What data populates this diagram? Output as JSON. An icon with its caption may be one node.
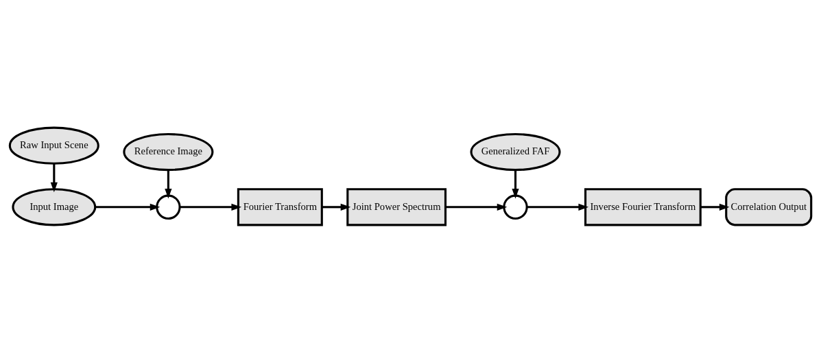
{
  "diagram": {
    "nodes": [
      {
        "text": [
          "Raw Input Scene"
        ]
      },
      {
        "text": [
          "Input Image"
        ]
      },
      {
        "text": [
          "Generalized FAF"
        ]
      },
      {
        "text": [],
        "shape": "circle"
      },
      {
        "text": [
          "Fourier Transform"
        ]
      },
      {
        "text": [
          "Joint Power Spectrum"
        ]
      },
      {
        "text": [],
        "shape": "circle"
      },
      {
        "text": [
          "Inverse Fourier Transform"
        ]
      },
      {
        "text": [
          "Correlation Output"
        ]
      },
      {
        "text": [
          "Reference Image"
        ]
      }
    ],
    "edges": [
      {
        "from": 0,
        "to": 1,
        "arrow": "to"
      },
      {
        "from": 1,
        "to": 3,
        "arrow": "to"
      },
      {
        "from": 9,
        "to": 3,
        "arrow": "to"
      },
      {
        "from": 3,
        "to": 4,
        "arrow": "to"
      },
      {
        "from": 4,
        "to": 5,
        "arrow": "to"
      },
      {
        "from": 5,
        "to": 6,
        "arrow": "to"
      },
      {
        "from": 2,
        "to": 6,
        "arrow": "to"
      },
      {
        "from": 6,
        "to": 7,
        "arrow": "to"
      },
      {
        "from": 7,
        "to": 8,
        "arrow": "to"
      }
    ]
  }
}
